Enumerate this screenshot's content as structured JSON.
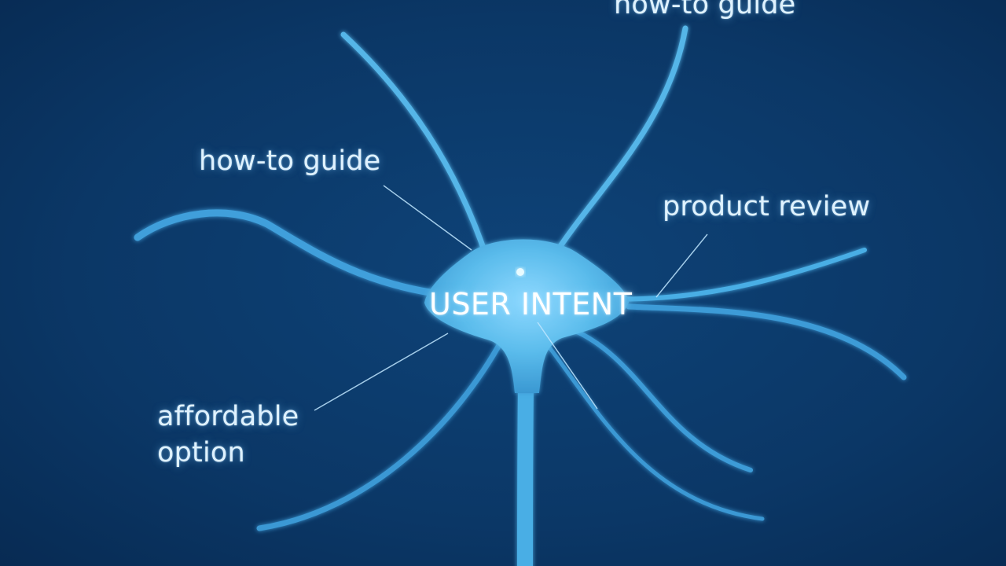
{
  "diagram": {
    "center": "USER INTENT",
    "labels": {
      "top": "how-to guide",
      "upper_left": "how-to guide",
      "right": "product review",
      "lower_left": "affordable option"
    }
  },
  "colors": {
    "background": "#0b3766",
    "neuron": "#4fb3e8",
    "text": "#dff2ff"
  }
}
